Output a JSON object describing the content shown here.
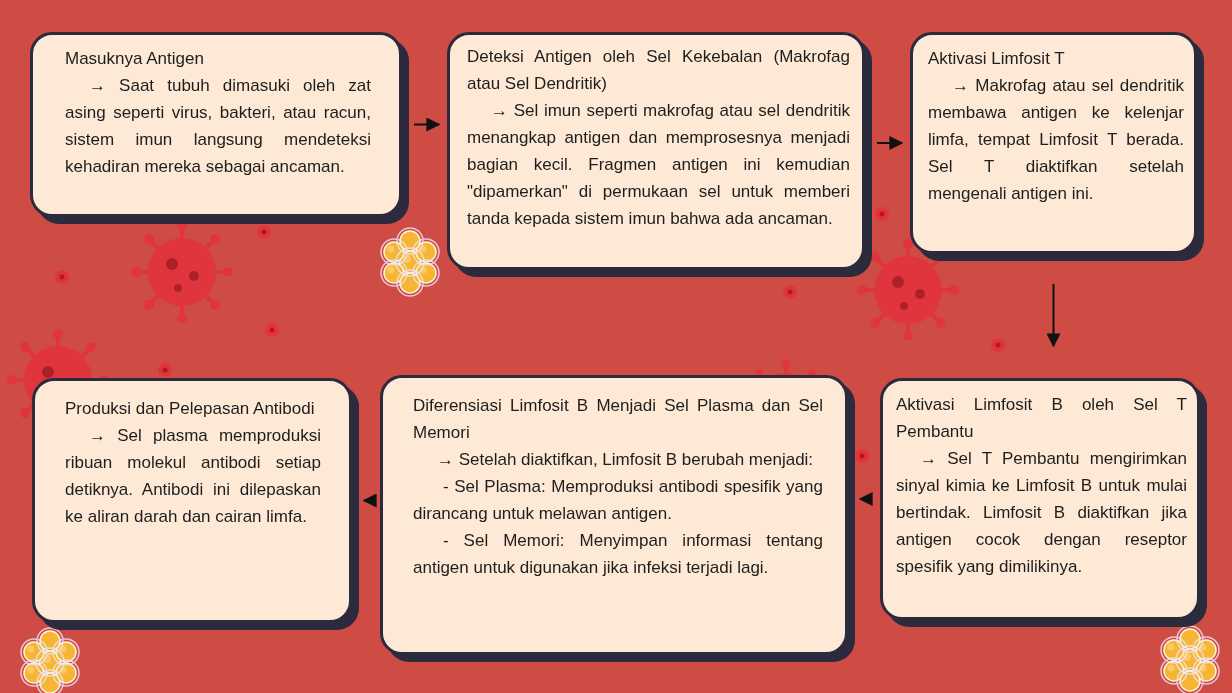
{
  "diagram": {
    "nodes": [
      {
        "text": [
          "Masuknya Antigen",
          "→ Saat tubuh dimasuki oleh zat asing seperti virus, bakteri, atau racun, sistem imun langsung mendeteksi kehadiran mereka sebagai ancaman."
        ]
      },
      {
        "text": [
          "Deteksi Antigen oleh Sel Kekebalan (Makrofag atau Sel Dendritik)",
          "→ Sel imun seperti makrofag atau sel dendritik menangkap antigen dan memprosesnya menjadi bagian kecil. Fragmen antigen ini kemudian \"dipamerkan\" di permukaan sel untuk memberi tanda kepada sistem imun bahwa ada ancaman."
        ]
      },
      {
        "text": [
          "Aktivasi Limfosit T",
          "→ Makrofag atau sel dendritik membawa antigen ke kelenjar limfa, tempat Limfosit T berada. Sel T diaktifkan setelah mengenali antigen ini."
        ]
      },
      {
        "text": [
          "Aktivasi Limfosit B oleh Sel T Pembantu",
          "→ Sel T Pembantu mengirimkan sinyal kimia ke Limfosit B untuk mulai bertindak. Limfosit B diaktifkan jika antigen cocok dengan reseptor spesifik yang dimilikinya."
        ]
      },
      {
        "text": [
          "Diferensiasi Limfosit B Menjadi Sel Plasma dan Sel Memori",
          "→ Setelah diaktifkan, Limfosit B berubah menjadi:",
          "- Sel Plasma: Memproduksi antibodi spesifik yang dirancang untuk melawan antigen.",
          "- Sel Memori: Menyimpan informasi tentang antigen untuk digunakan jika infeksi terjadi lagi."
        ]
      },
      {
        "text": [
          "Produksi dan Pelepasan Antibodi",
          "→ Sel plasma memproduksi ribuan molekul antibodi setiap detiknya. Antibodi ini dilepaskan ke aliran darah dan cairan limfa."
        ]
      }
    ],
    "edges": [
      {
        "from": 0,
        "to": 1,
        "arrow": "to"
      },
      {
        "from": 1,
        "to": 2,
        "arrow": "to"
      },
      {
        "from": 2,
        "to": 3,
        "arrow": "to"
      },
      {
        "from": 3,
        "to": 4,
        "arrow": "to"
      },
      {
        "from": 4,
        "to": 5,
        "arrow": "to"
      }
    ]
  }
}
